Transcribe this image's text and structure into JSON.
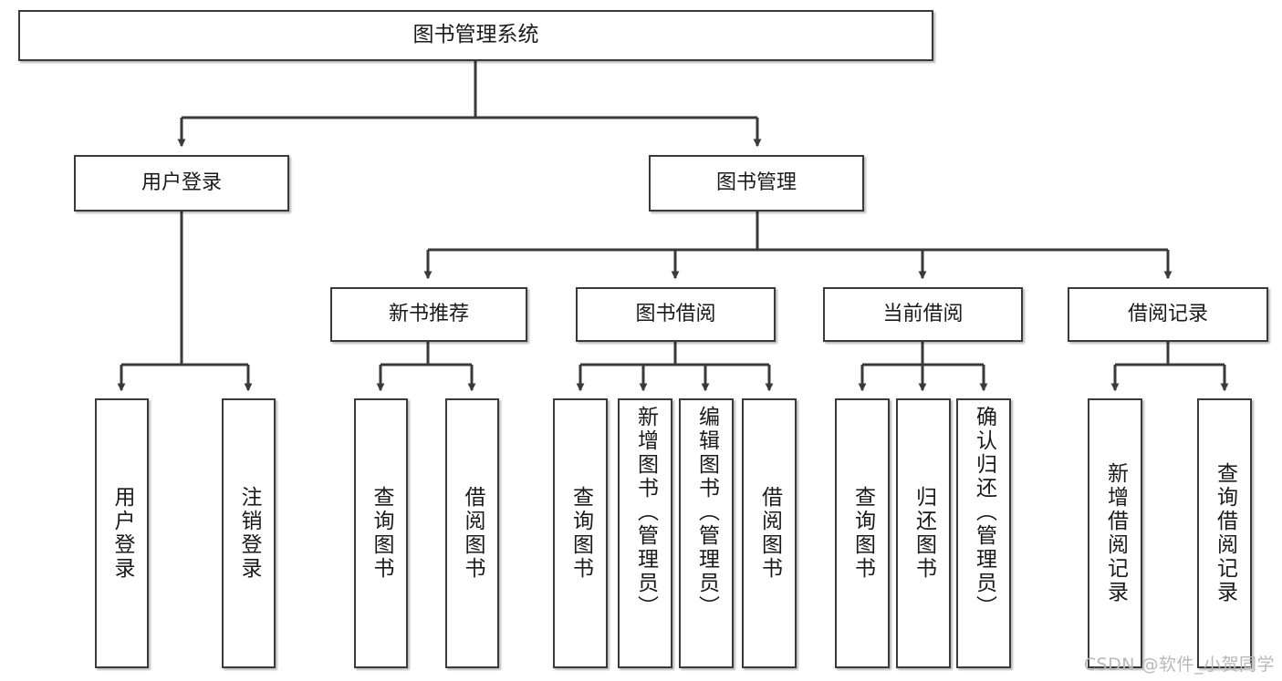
{
  "diagram": {
    "title": "图书管理系统",
    "watermark": "CSDN @软件_小贺同学",
    "edge_color": "#3a3a3a",
    "node_border_color": "#3a3a3a",
    "node_fill_color": "#ffffff",
    "text_color": "#1a1a1a",
    "nodes": {
      "root": {
        "label": "图书管理系统"
      },
      "level2": [
        {
          "id": "user-login",
          "label": "用户登录"
        },
        {
          "id": "book-manage",
          "label": "图书管理"
        }
      ],
      "level3": [
        {
          "id": "new-book-recommend",
          "label": "新书推荐"
        },
        {
          "id": "book-borrow",
          "label": "图书借阅"
        },
        {
          "id": "current-borrow",
          "label": "当前借阅"
        },
        {
          "id": "borrow-record",
          "label": "借阅记录"
        }
      ],
      "leaves": {
        "user-login": [
          {
            "id": "leaf-user-login",
            "label": "用户登录"
          },
          {
            "id": "leaf-user-logout",
            "label": "注销登录"
          }
        ],
        "new-book-recommend": [
          {
            "id": "leaf-query-book-1",
            "label": "查询图书"
          },
          {
            "id": "leaf-borrow-book-1",
            "label": "借阅图书"
          }
        ],
        "book-borrow": [
          {
            "id": "leaf-query-book-2",
            "label": "查询图书"
          },
          {
            "id": "leaf-add-book",
            "label": "新增图书（管理员）"
          },
          {
            "id": "leaf-edit-book",
            "label": "编辑图书（管理员）"
          },
          {
            "id": "leaf-borrow-book-2",
            "label": "借阅图书"
          }
        ],
        "current-borrow": [
          {
            "id": "leaf-query-book-3",
            "label": "查询图书"
          },
          {
            "id": "leaf-return-book",
            "label": "归还图书"
          },
          {
            "id": "leaf-confirm-return",
            "label": "确认归还（管理员）"
          }
        ],
        "borrow-record": [
          {
            "id": "leaf-add-record",
            "label": "新增借阅记录"
          },
          {
            "id": "leaf-query-record",
            "label": "查询借阅记录"
          }
        ]
      }
    }
  }
}
